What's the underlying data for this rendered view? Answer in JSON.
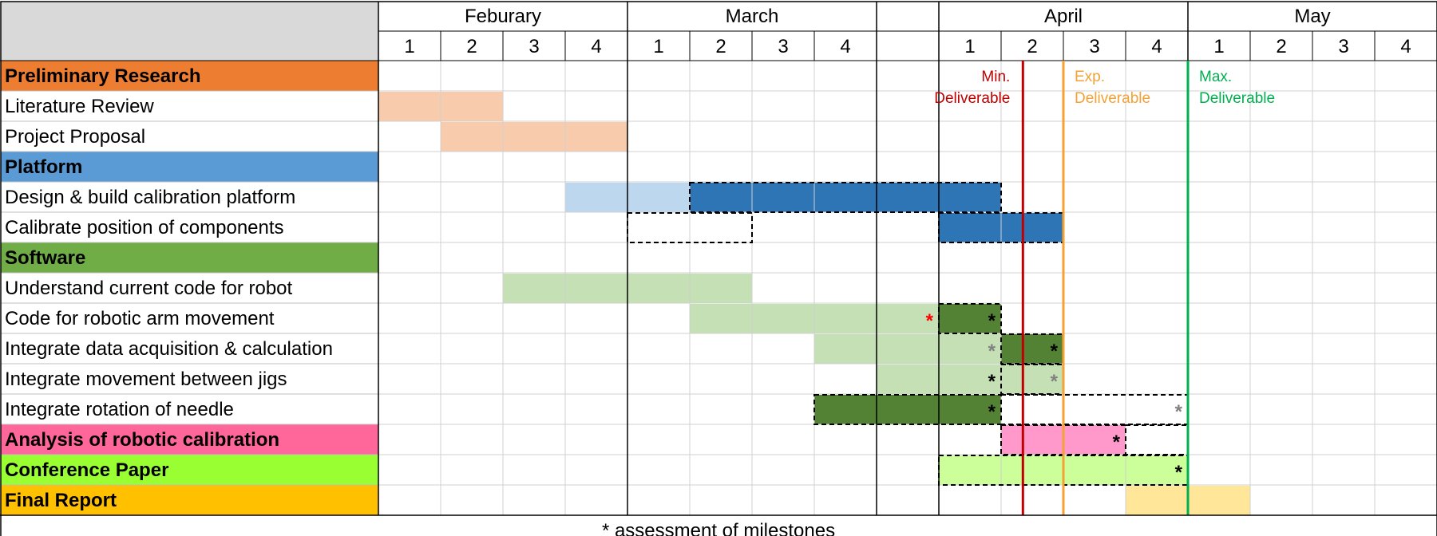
{
  "chart_data": {
    "type": "gantt",
    "months": [
      {
        "name": "Feburary",
        "weeks": [
          "1",
          "2",
          "3",
          "4"
        ]
      },
      {
        "name": "March",
        "weeks": [
          "1",
          "2",
          "3",
          "4"
        ]
      },
      {
        "name": "",
        "weeks": [
          ""
        ]
      },
      {
        "name": "April",
        "weeks": [
          "1",
          "2",
          "3",
          "4"
        ]
      },
      {
        "name": "May",
        "weeks": [
          "1",
          "2",
          "3",
          "4"
        ]
      }
    ],
    "rows": [
      {
        "task": "Preliminary Research",
        "category": true,
        "color": "#ED7D31"
      },
      {
        "task": "Literature Review",
        "category": false
      },
      {
        "task": "Project Proposal",
        "category": false
      },
      {
        "task": "Platform",
        "category": true,
        "color": "#5B9BD5"
      },
      {
        "task": "Design & build calibration platform",
        "category": false
      },
      {
        "task": "Calibrate position of components",
        "category": false
      },
      {
        "task": "Software",
        "category": true,
        "color": "#70AD47"
      },
      {
        "task": "Understand current code for robot",
        "category": false
      },
      {
        "task": "Code for robotic arm movement",
        "category": false
      },
      {
        "task": "Integrate data acquisition & calculation",
        "category": false
      },
      {
        "task": "Integrate movement between jigs",
        "category": false
      },
      {
        "task": "Integrate rotation of needle",
        "category": false
      },
      {
        "task": "Analysis of robotic calibration",
        "category": true,
        "color": "#FF6699"
      },
      {
        "task": "Conference Paper",
        "category": true,
        "color": "#99FF33"
      },
      {
        "task": "Final Report",
        "category": true,
        "color": "#FFC000"
      }
    ],
    "bars": [
      {
        "row": 1,
        "start": 0,
        "end": 2,
        "color": "#F8CBAD",
        "dashed": false
      },
      {
        "row": 2,
        "start": 1,
        "end": 4,
        "color": "#F8CBAD",
        "dashed": false
      },
      {
        "row": 4,
        "start": 3,
        "end": 5,
        "color": "#BDD7EE",
        "dashed": false
      },
      {
        "row": 4,
        "start": 5,
        "end": 10,
        "color": "#2E75B6",
        "dashed": true
      },
      {
        "row": 5,
        "start": 4,
        "end": 6,
        "color": "none",
        "dashed": true
      },
      {
        "row": 5,
        "start": 9,
        "end": 11,
        "color": "#2E75B6",
        "dashed": true
      },
      {
        "row": 7,
        "start": 2,
        "end": 6,
        "color": "#C5E0B4",
        "dashed": false
      },
      {
        "row": 8,
        "start": 5,
        "end": 9,
        "color": "#C5E0B4",
        "dashed": false
      },
      {
        "row": 8,
        "start": 9,
        "end": 10,
        "color": "#548235",
        "dashed": true
      },
      {
        "row": 9,
        "start": 7,
        "end": 10,
        "color": "#C5E0B4",
        "dashed": false
      },
      {
        "row": 9,
        "start": 10,
        "end": 11,
        "color": "#548235",
        "dashed": true
      },
      {
        "row": 10,
        "start": 8,
        "end": 10,
        "color": "#C5E0B4",
        "dashed": false
      },
      {
        "row": 10,
        "start": 10,
        "end": 11,
        "color": "#C5E0B4",
        "dashed": true
      },
      {
        "row": 11,
        "start": 7,
        "end": 10,
        "color": "#548235",
        "dashed": true
      },
      {
        "row": 11,
        "start": 10,
        "end": 13,
        "color": "none",
        "dashed": true
      },
      {
        "row": 12,
        "start": 10,
        "end": 12,
        "color": "#FF99CC",
        "dashed": true
      },
      {
        "row": 12,
        "start": 12,
        "end": 13,
        "color": "none",
        "dashed": true
      },
      {
        "row": 13,
        "start": 9,
        "end": 13,
        "color": "#CCFF99",
        "dashed": true
      },
      {
        "row": 14,
        "start": 12,
        "end": 14,
        "color": "#FFE699",
        "dashed": false
      }
    ],
    "markers": [
      {
        "row": 8,
        "pos": 8.85,
        "color": "#FF0000"
      },
      {
        "row": 8,
        "pos": 9.85,
        "color": "#000000"
      },
      {
        "row": 9,
        "pos": 9.85,
        "color": "#808080"
      },
      {
        "row": 9,
        "pos": 10.85,
        "color": "#000000"
      },
      {
        "row": 10,
        "pos": 9.85,
        "color": "#000000"
      },
      {
        "row": 10,
        "pos": 10.85,
        "color": "#808080"
      },
      {
        "row": 11,
        "pos": 9.85,
        "color": "#000000"
      },
      {
        "row": 11,
        "pos": 12.85,
        "color": "#808080"
      },
      {
        "row": 12,
        "pos": 11.85,
        "color": "#000000"
      },
      {
        "row": 13,
        "pos": 12.85,
        "color": "#000000"
      }
    ],
    "milestones": [
      {
        "line1": "Min.",
        "line2": "Deliverable",
        "pos": 10.35,
        "color": "#C00000",
        "text_color": "#C00000",
        "align": "end"
      },
      {
        "line1": "Exp.",
        "line2": "Deliverable",
        "pos": 11.0,
        "color": "#F4A236",
        "text_color": "#F4A236",
        "align": "start"
      },
      {
        "line1": "Max.",
        "line2": "Deliverable",
        "pos": 13.0,
        "color": "#00B050",
        "text_color": "#00B050",
        "align": "start"
      }
    ],
    "month_boundaries": [
      4,
      8,
      9,
      13
    ],
    "footnote": "* assessment of milestones"
  }
}
